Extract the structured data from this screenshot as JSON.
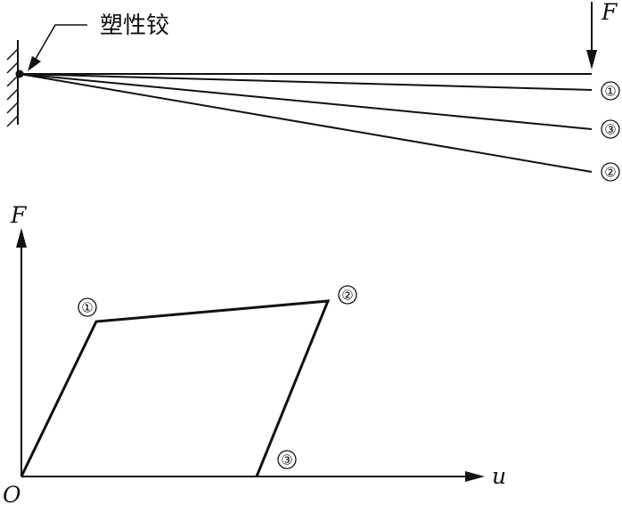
{
  "top_figure": {
    "hinge_label": "塑性铰",
    "load_label": "F",
    "beam_tags": [
      "①",
      "③",
      "②"
    ]
  },
  "graph": {
    "y_axis_label": "F",
    "x_axis_label": "u",
    "origin_label": "O",
    "point_tags": [
      "①",
      "②",
      "③"
    ]
  }
}
